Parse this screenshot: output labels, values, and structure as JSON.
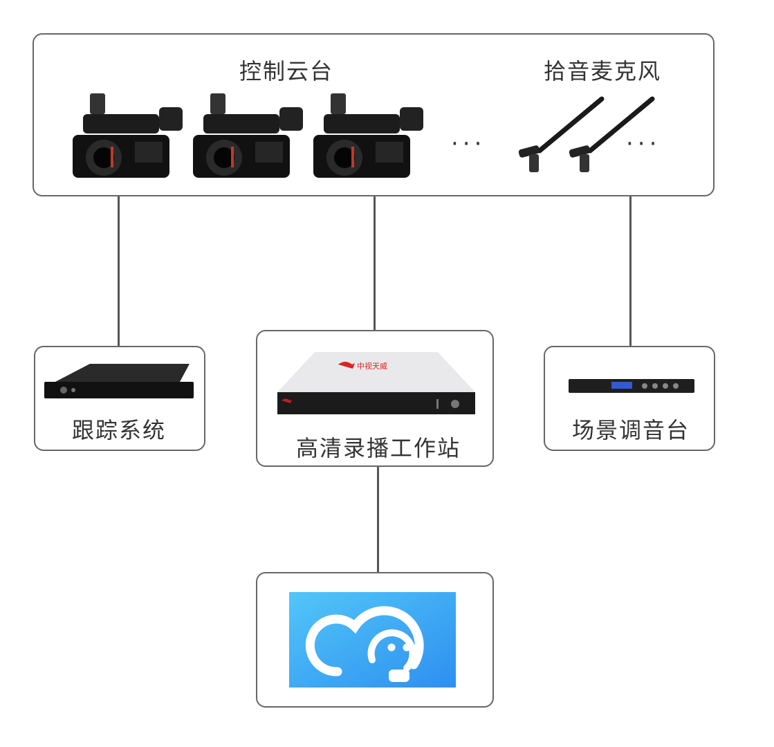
{
  "top_box": {
    "camera_label": "控制云台",
    "mic_label": "拾音麦克风",
    "ellipsis": "···"
  },
  "tracking": {
    "label": "跟踪系统"
  },
  "recorder": {
    "label": "高清录播工作站",
    "brand_text": "中视天威"
  },
  "mixer": {
    "label": "场景调音台"
  },
  "cloud": {
    "icon": "cloud-face-icon",
    "gradient": [
      "#52c6f8",
      "#2e8ff0"
    ]
  }
}
